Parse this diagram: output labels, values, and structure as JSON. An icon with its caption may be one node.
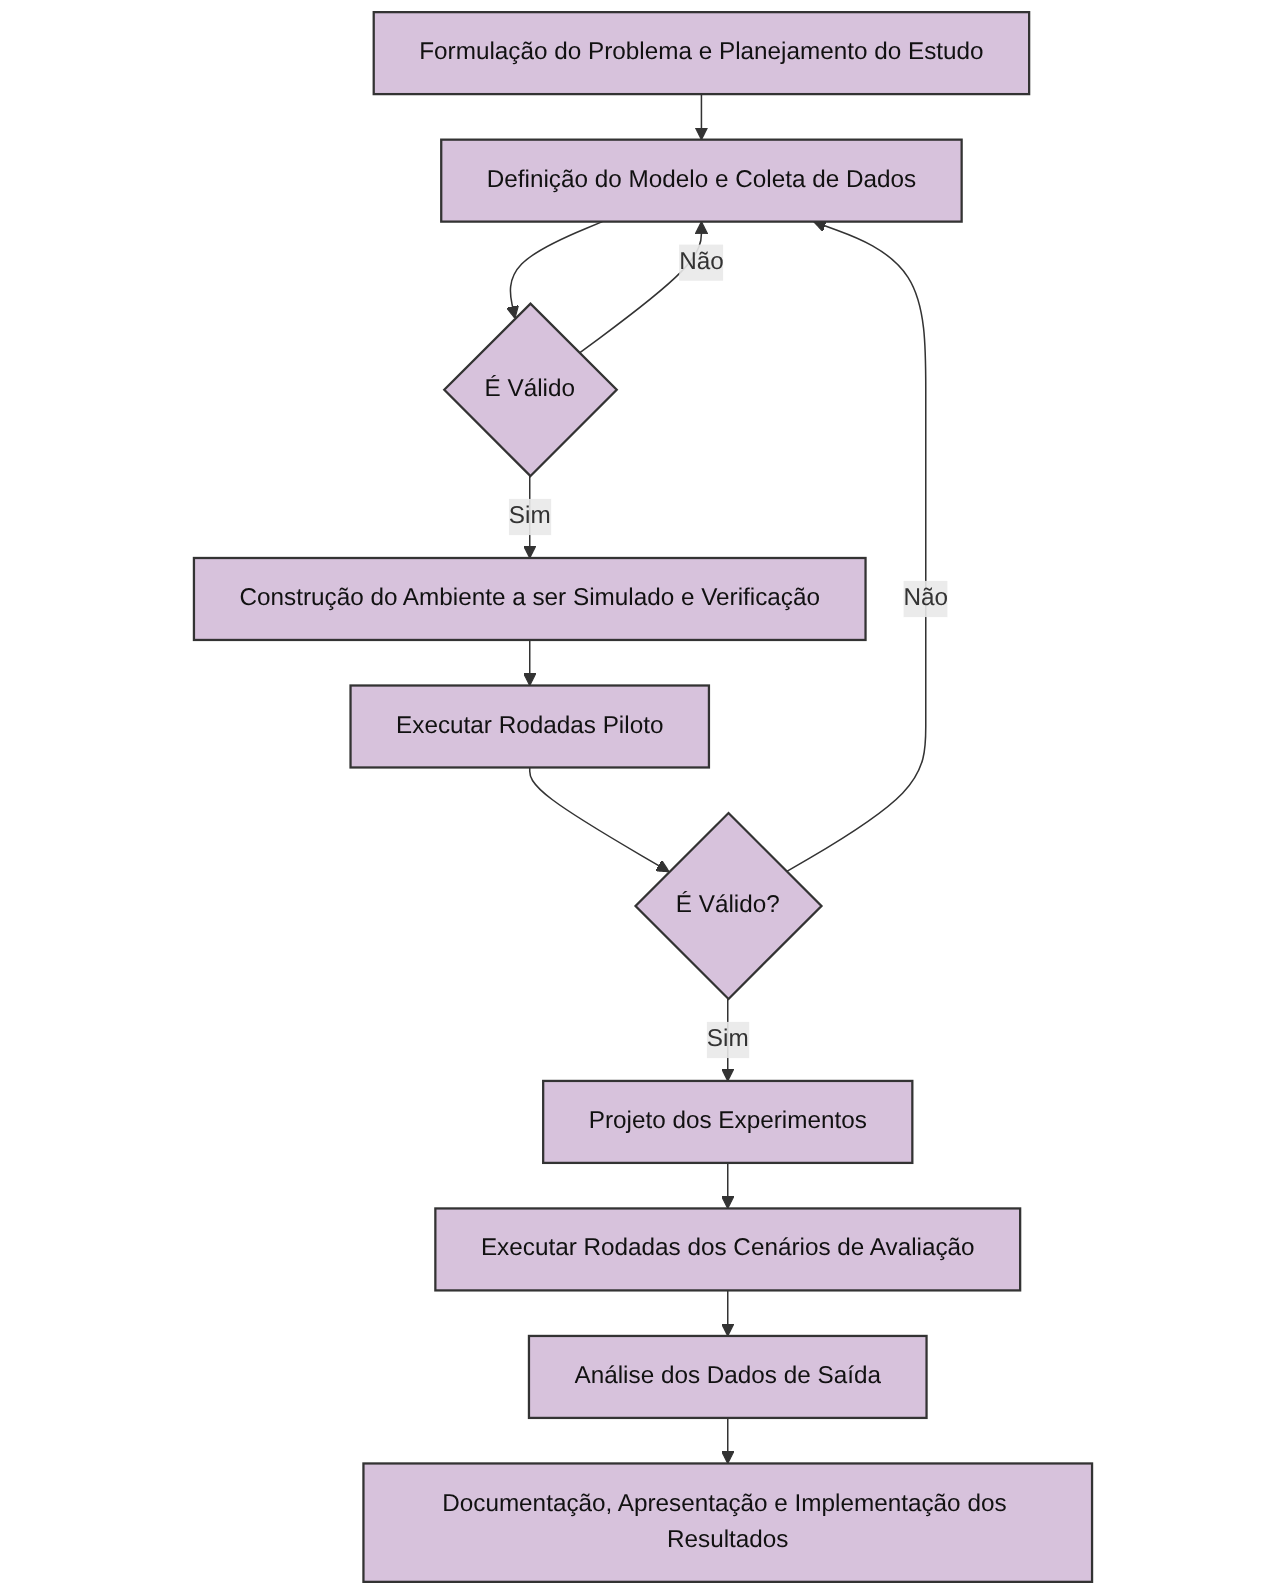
{
  "diagram": {
    "nodes": [
      {
        "text": [
          "Formulação do Problema e Planejamento do Estudo"
        ]
      },
      {
        "text": [
          "Definição do Modelo e Coleta de Dados"
        ]
      },
      {
        "text": [
          "É Válido"
        ]
      },
      {
        "text": [
          "Construção do Ambiente a ser Simulado e Verificação"
        ]
      },
      {
        "text": [
          "Executar Rodadas Piloto"
        ]
      },
      {
        "text": [
          "É Válido?"
        ]
      },
      {
        "text": [
          "Projeto dos Experimentos"
        ]
      },
      {
        "text": [
          "Executar Rodadas dos Cenários de Avaliação"
        ]
      },
      {
        "text": [
          "Análise dos Dados de Saída"
        ]
      },
      {
        "text": [
          "Documentação, Apresentação e Implementação dos Resultados"
        ]
      }
    ],
    "edges": [
      {
        "from": 0,
        "to": 1,
        "arrow": "to"
      },
      {
        "from": 1,
        "to": 2,
        "arrow": "to"
      },
      {
        "from": 2,
        "to": 1,
        "arrow": "to",
        "label": "Não"
      },
      {
        "from": 2,
        "to": 3,
        "arrow": "to",
        "label": "Sim"
      },
      {
        "from": 3,
        "to": 4,
        "arrow": "to"
      },
      {
        "from": 4,
        "to": 5,
        "arrow": "to"
      },
      {
        "from": 5,
        "to": 1,
        "arrow": "to",
        "label": "Não"
      },
      {
        "from": 5,
        "to": 6,
        "arrow": "to",
        "label": "Sim"
      },
      {
        "from": 6,
        "to": 7,
        "arrow": "to"
      },
      {
        "from": 7,
        "to": 8,
        "arrow": "to"
      },
      {
        "from": 8,
        "to": 9,
        "arrow": "to"
      }
    ]
  }
}
